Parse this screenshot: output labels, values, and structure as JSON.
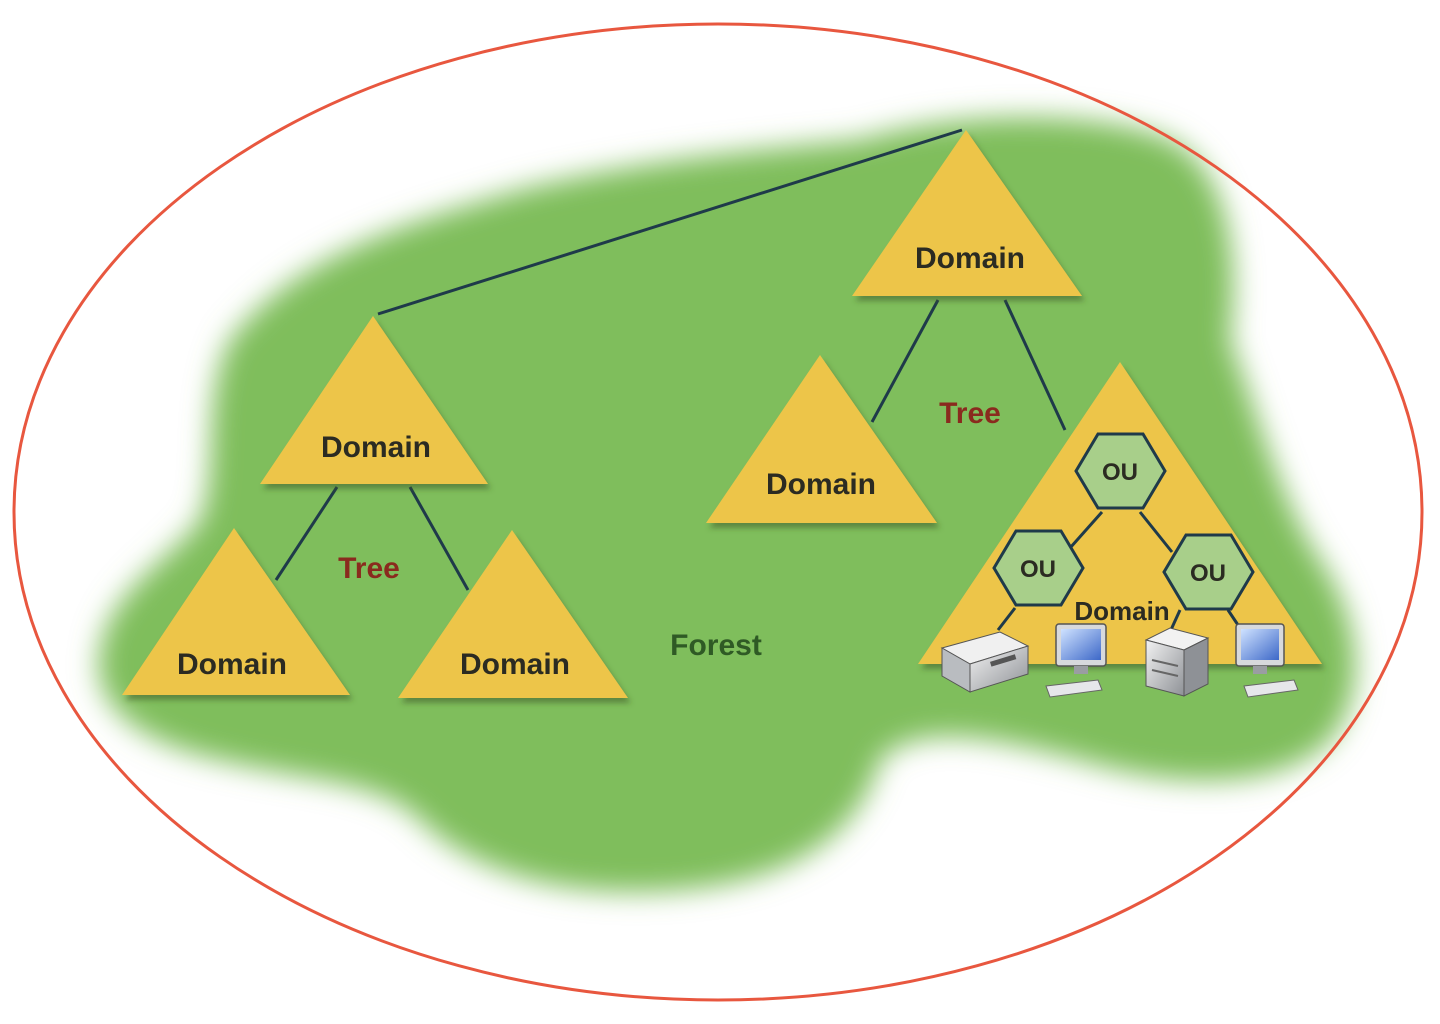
{
  "diagram": {
    "forest_label": "Forest",
    "tree_label_left": "Tree",
    "tree_label_right": "Tree",
    "left_tree": {
      "root": "Domain",
      "child_left": "Domain",
      "child_right": "Domain"
    },
    "right_tree": {
      "root": "Domain",
      "child_left": "Domain",
      "child_right": "Domain",
      "ou_top": "OU",
      "ou_left": "OU",
      "ou_right": "OU"
    }
  },
  "colors": {
    "forest_boundary": "#e8573f",
    "forest_fill": "#7fbe5c",
    "domain_fill": "#edc54a",
    "ou_fill": "#a8cf8a",
    "connector": "#1f3a4a"
  },
  "icons": [
    "printer-icon",
    "monitor-icon",
    "server-icon",
    "monitor-icon"
  ]
}
